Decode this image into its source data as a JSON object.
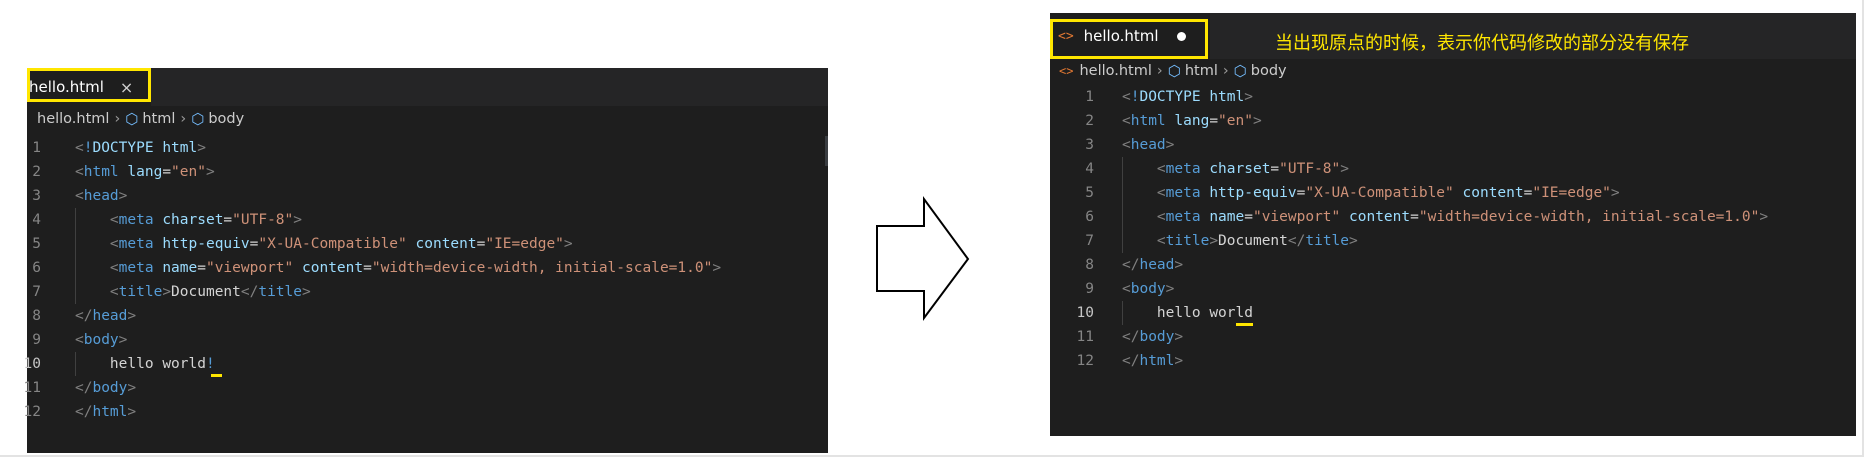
{
  "left_editor": {
    "tab": {
      "title": "hello.html",
      "close_icon": "×"
    },
    "breadcrumb": {
      "file": "hello.html",
      "items": [
        "html",
        "body"
      ]
    },
    "lines": [
      {
        "n": "1",
        "code": "<!DOCTYPE html>"
      },
      {
        "n": "2",
        "code": "<html lang=\"en\">"
      },
      {
        "n": "3",
        "code": "<head>"
      },
      {
        "n": "4",
        "code": "    <meta charset=\"UTF-8\">"
      },
      {
        "n": "5",
        "code": "    <meta http-equiv=\"X-UA-Compatible\" content=\"IE=edge\">"
      },
      {
        "n": "6",
        "code": "    <meta name=\"viewport\" content=\"width=device-width, initial-scale=1.0\">"
      },
      {
        "n": "7",
        "code": "    <title>Document</title>"
      },
      {
        "n": "8",
        "code": "</head>"
      },
      {
        "n": "9",
        "code": "<body>"
      },
      {
        "n": "10",
        "code": "    hello world!"
      },
      {
        "n": "11",
        "code": "</body>"
      },
      {
        "n": "12",
        "code": "</html>"
      }
    ]
  },
  "right_editor": {
    "tab": {
      "title": "hello.html"
    },
    "breadcrumb": {
      "file": "hello.html",
      "items": [
        "html",
        "body"
      ]
    },
    "lines": [
      {
        "n": "1",
        "code": "<!DOCTYPE html>"
      },
      {
        "n": "2",
        "code": "<html lang=\"en\">"
      },
      {
        "n": "3",
        "code": "<head>"
      },
      {
        "n": "4",
        "code": "    <meta charset=\"UTF-8\">"
      },
      {
        "n": "5",
        "code": "    <meta http-equiv=\"X-UA-Compatible\" content=\"IE=edge\">"
      },
      {
        "n": "6",
        "code": "    <meta name=\"viewport\" content=\"width=device-width, initial-scale=1.0\">"
      },
      {
        "n": "7",
        "code": "    <title>Document</title>"
      },
      {
        "n": "8",
        "code": "</head>"
      },
      {
        "n": "9",
        "code": "<body>"
      },
      {
        "n": "10",
        "code": "    hello world "
      },
      {
        "n": "11",
        "code": "</body>"
      },
      {
        "n": "12",
        "code": "</html>"
      }
    ]
  },
  "annotation": "当出现原点的时候，表示你代码修改的部分没有保存",
  "icons": {
    "file_icon": "html-file-icon",
    "breadcrumb_icon": "cube-icon",
    "arrow": "right-arrow-icon",
    "unsaved": "unsaved-dot-icon"
  },
  "colors": {
    "highlight": "#ffe600",
    "editor_bg": "#1e1e1e",
    "tag": "#569cd6",
    "attr": "#9cdcfe",
    "string": "#ce9178"
  }
}
